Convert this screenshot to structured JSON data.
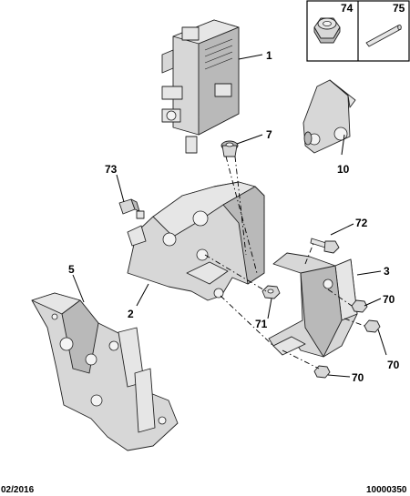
{
  "callouts": {
    "c1": "1",
    "c2": "2",
    "c3": "3",
    "c5": "5",
    "c7": "7",
    "c10": "10",
    "c70a": "70",
    "c70b": "70",
    "c70c": "70",
    "c71": "71",
    "c72": "72",
    "c73": "73",
    "c74": "74",
    "c75": "75"
  },
  "footer": {
    "date": "02/2016",
    "reference": "10000350"
  }
}
